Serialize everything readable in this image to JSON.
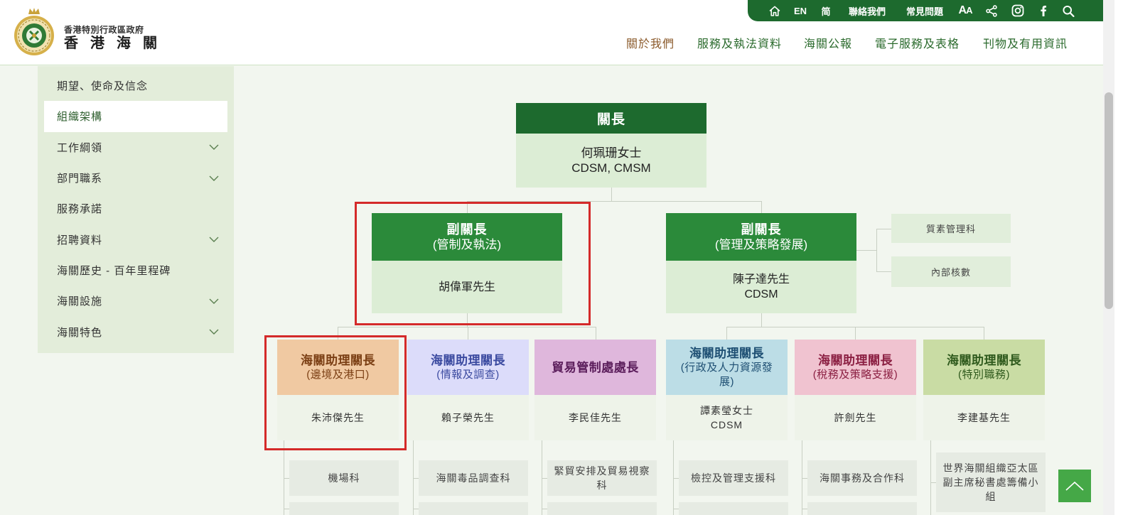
{
  "header": {
    "gov_name": "香港特別行政區政府",
    "dept_name": "香港海關",
    "logo_icon": "customs-emblem-icon",
    "utility_bar": {
      "home_icon": "home-icon",
      "lang_en": "EN",
      "lang_sc": "简",
      "contact": "聯絡我們",
      "faq": "常見問題",
      "font_size": "AA",
      "share_icon": "share-icon",
      "instagram_icon": "instagram-icon",
      "facebook_icon": "facebook-icon",
      "search_icon": "search-icon"
    },
    "nav": [
      {
        "label": "關於我們",
        "active": true
      },
      {
        "label": "服務及執法資料",
        "active": false
      },
      {
        "label": "海關公報",
        "active": false
      },
      {
        "label": "電子服務及表格",
        "active": false
      },
      {
        "label": "刊物及有用資訊",
        "active": false
      }
    ]
  },
  "sidebar": {
    "items": [
      {
        "label": "期望、使命及信念",
        "expandable": false,
        "selected": false
      },
      {
        "label": "組織架構",
        "expandable": false,
        "selected": true
      },
      {
        "label": "工作綱領",
        "expandable": true,
        "selected": false
      },
      {
        "label": "部門職系",
        "expandable": true,
        "selected": false
      },
      {
        "label": "服務承諾",
        "expandable": false,
        "selected": false
      },
      {
        "label": "招聘資料",
        "expandable": true,
        "selected": false
      },
      {
        "label": "海關歷史 - 百年里程碑",
        "expandable": false,
        "selected": false
      },
      {
        "label": "海關設施",
        "expandable": true,
        "selected": false
      },
      {
        "label": "海關特色",
        "expandable": true,
        "selected": false
      }
    ]
  },
  "org_chart": {
    "head": {
      "title": "關長",
      "name": "何珮珊女士",
      "honours": "CDSM, CMSM"
    },
    "deputies": [
      {
        "title": "副關長",
        "portfolio": "(管制及執法)",
        "name": "胡偉軍先生"
      },
      {
        "title": "副關長",
        "portfolio": "(管理及策略發展)",
        "name": "陳子達先生",
        "honours": "CDSM"
      }
    ],
    "deputy_side_units": [
      "質素管理科",
      "內部核數"
    ],
    "divisions": [
      {
        "title": "海關助理關長",
        "portfolio": "(邊境及港口)",
        "name": "朱沛傑先生",
        "header_color": "#f0c9a2",
        "text_color": "#7b3f14",
        "units": [
          "機場科"
        ]
      },
      {
        "title": "海關助理關長",
        "portfolio": "(情報及調查)",
        "name": "賴子榮先生",
        "header_color": "#dcdcfa",
        "text_color": "#3b4aa0",
        "units": [
          "海關毒品調查科"
        ]
      },
      {
        "title": "貿易管制處處長",
        "name": "李民佳先生",
        "header_color": "#dfb7dc",
        "text_color": "#5b1d5b",
        "units": [
          "緊貿安排及貿易視察科"
        ]
      },
      {
        "title": "海關助理關長",
        "portfolio": "(行政及人力資源發展)",
        "name": "譚素瑩女士",
        "honours": "CDSM",
        "header_color": "#bcdde6",
        "text_color": "#1e4f73",
        "units": [
          "檢控及管理支援科"
        ]
      },
      {
        "title": "海關助理關長",
        "portfolio": "(稅務及策略支援)",
        "name": "許劍先生",
        "header_color": "#f0c3d0",
        "text_color": "#8b1f42",
        "units": [
          "海關事務及合作科"
        ]
      },
      {
        "title": "海關助理關長",
        "portfolio": "(特別職務)",
        "name": "李建基先生",
        "header_color": "#c9dca4",
        "text_color": "#2f5a1d",
        "units": [
          "世界海關組織亞太區副主席秘書處籌備小組"
        ]
      }
    ]
  },
  "colors": {
    "brand_dark_green": "#1d6a2e",
    "deputy_green": "#2b8a3a",
    "nav_text": "#2a6a2c",
    "nav_active": "#8b5a2b",
    "sidebar_bg": "#e3edda",
    "highlight_red": "#d42a2a",
    "back_to_top": "#45a847"
  }
}
